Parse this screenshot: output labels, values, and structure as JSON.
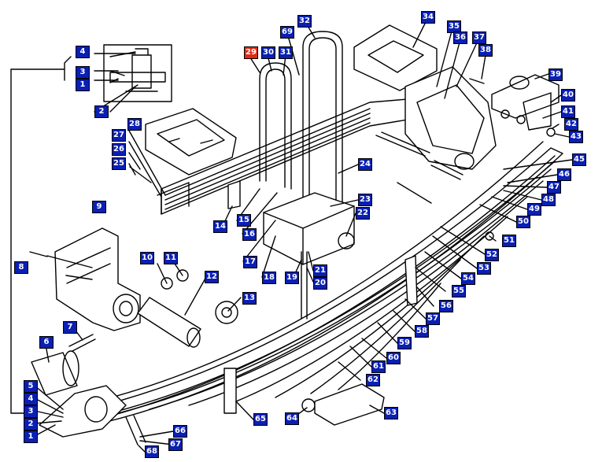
{
  "colors": {
    "callout_bg": "#0a1fb3",
    "callout_highlight": "#e02b12",
    "callout_text": "#ffffff",
    "line": "#000000",
    "background": "#ffffff"
  },
  "highlighted_part": "29",
  "callouts": {
    "c4a": "4",
    "c3a": "3",
    "c1a": "1",
    "c2a": "2",
    "c28": "28",
    "c27": "27",
    "c26": "26",
    "c25": "25",
    "c29": "29",
    "c30": "30",
    "c31": "31",
    "c69": "69",
    "c32": "32",
    "c34": "34",
    "c35": "35",
    "c36": "36",
    "c37": "37",
    "c38": "38",
    "c39": "39",
    "c40": "40",
    "c41": "41",
    "c42": "42",
    "c43": "43",
    "c45": "45",
    "c46": "46",
    "c47": "47",
    "c48": "48",
    "c49": "49",
    "c50": "50",
    "c51": "51",
    "c52": "52",
    "c53": "53",
    "c54": "54",
    "c55": "55",
    "c56": "56",
    "c57": "57",
    "c58": "58",
    "c59": "59",
    "c60": "60",
    "c61": "61",
    "c62": "62",
    "c63": "63",
    "c64": "64",
    "c65": "65",
    "c66": "66",
    "c67": "67",
    "c68": "68",
    "c24": "24",
    "c23": "23",
    "c22": "22",
    "c21": "21",
    "c20": "20",
    "c19": "19",
    "c18": "18",
    "c17": "17",
    "c16": "16",
    "c15": "15",
    "c14": "14",
    "c13": "13",
    "c12": "12",
    "c11": "11",
    "c10": "10",
    "c9": "9",
    "c8": "8",
    "c7": "7",
    "c6": "6",
    "c5": "5",
    "c4": "4",
    "c3": "3",
    "c2": "2",
    "c1": "1"
  }
}
